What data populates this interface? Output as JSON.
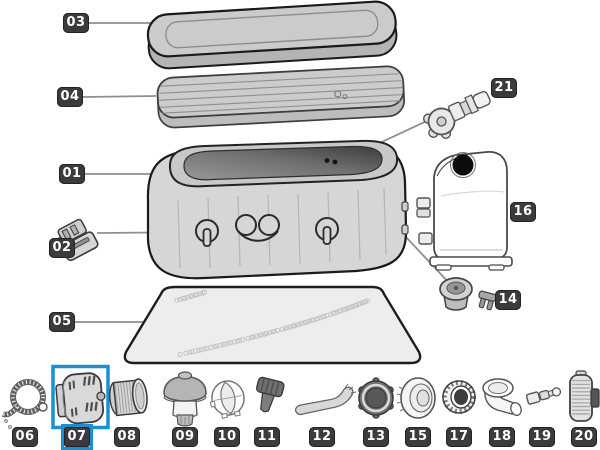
{
  "window": {
    "background": "#ffffff",
    "description": "exploded parts diagram of an inflatable spa hot tub with numbered callouts"
  },
  "style": {
    "badge_background": "#3b3b3d",
    "badge_text_color": "#ffffff",
    "leader_line_color": "#8f8f8f",
    "outline_color": "#1a1a1a",
    "highlight_color": "#1b8fd0"
  },
  "highlighted_part": "07",
  "parts": [
    {
      "num": "01",
      "icon": "spa-tub-body"
    },
    {
      "num": "02",
      "icon": "strap-buckle"
    },
    {
      "num": "03",
      "icon": "spa-cover-lid"
    },
    {
      "num": "04",
      "icon": "inflatable-bladder-top"
    },
    {
      "num": "05",
      "icon": "ground-mat"
    },
    {
      "num": "06",
      "icon": "inflation-hose"
    },
    {
      "num": "07",
      "icon": "filter-housing",
      "highlighted": true
    },
    {
      "num": "08",
      "icon": "filter-cartridge"
    },
    {
      "num": "09",
      "icon": "chemical-float-dispenser"
    },
    {
      "num": "10",
      "icon": "strainer-cap"
    },
    {
      "num": "11",
      "icon": "stopper-plug"
    },
    {
      "num": "12",
      "icon": "wrench-tool"
    },
    {
      "num": "13",
      "icon": "seal-ring"
    },
    {
      "num": "14",
      "icon": "drain-valve-set"
    },
    {
      "num": "15",
      "icon": "jet-cover-cap"
    },
    {
      "num": "16",
      "icon": "pump-unit"
    },
    {
      "num": "17",
      "icon": "threaded-ring-nut"
    },
    {
      "num": "18",
      "icon": "elbow-fitting"
    },
    {
      "num": "19",
      "icon": "hose-adapter"
    },
    {
      "num": "20",
      "icon": "knurled-coupling"
    },
    {
      "num": "21",
      "icon": "inflation-valve"
    }
  ]
}
